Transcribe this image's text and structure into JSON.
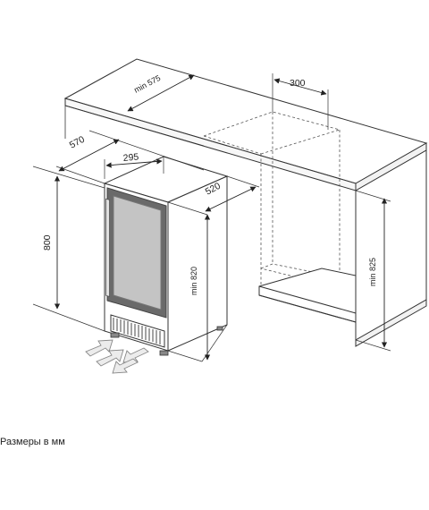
{
  "dimensions": {
    "counter_depth": "min 575",
    "niche_width": "300",
    "depth_570": "570",
    "width_295": "295",
    "depth_520": "520",
    "height_800": "800",
    "niche_height": "min 820",
    "counter_height": "min 825"
  },
  "caption": "Размеры в мм",
  "colors": {
    "line": "#333333",
    "counter_front": "#f2f2f2",
    "glass": "#bdbdbd",
    "door_frame": "#555555",
    "arrow_fill": "#e6e6e6"
  }
}
